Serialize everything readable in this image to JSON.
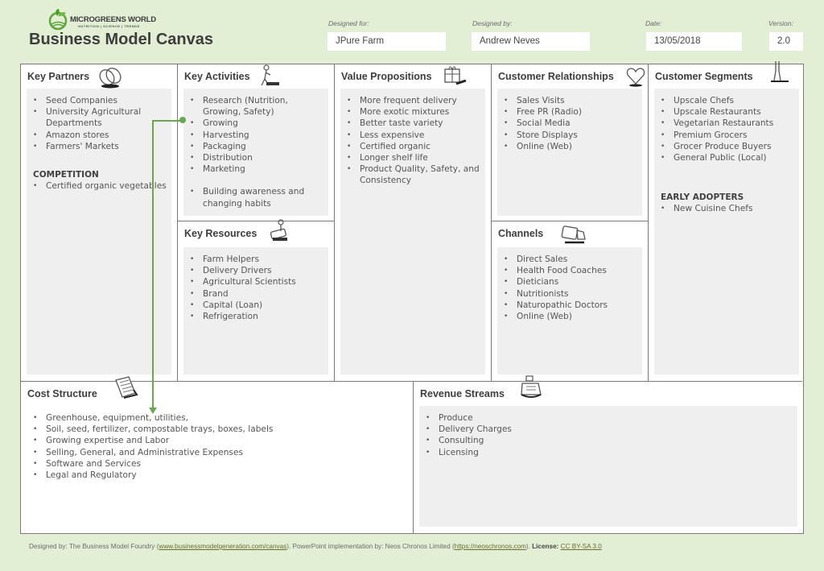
{
  "header": {
    "logo": {
      "name": "MICROGREENS WORLD",
      "tagline": "NUTRITION | SCIENCE | TRENDS"
    },
    "title": "Business Model Canvas",
    "designed_for": {
      "label": "Designed for:",
      "value": "JPure Farm"
    },
    "designed_by": {
      "label": "Designed by:",
      "value": "Andrew Neves"
    },
    "date": {
      "label": "Date:",
      "value": "13/05/2018"
    },
    "version": {
      "label": "Version:",
      "value": "2.0"
    }
  },
  "canvas": {
    "key_partners": {
      "title": "Key Partners",
      "icon": "chain-link-icon",
      "items": [
        "Seed Companies",
        "University Agricultural Departments",
        "Amazon stores",
        "Farmers' Markets"
      ],
      "competition": {
        "heading": "COMPETITION",
        "items": [
          "Certified organic vegetables"
        ]
      }
    },
    "key_activities": {
      "title": "Key Activities",
      "icon": "worker-icon",
      "items": [
        "Research (Nutrition, Growing, Safety)",
        "Growing",
        "Harvesting",
        "Packaging",
        "Distribution",
        "Marketing"
      ],
      "extra_items": [
        "Building awareness and changing habits"
      ]
    },
    "key_resources": {
      "title": "Key Resources",
      "icon": "resources-icon",
      "items": [
        "Farm Helpers",
        "Delivery Drivers",
        "Agricultural Scientists",
        "Brand",
        "Capital (Loan)",
        "Refrigeration"
      ]
    },
    "value_propositions": {
      "title": "Value Propositions",
      "icon": "gift-icon",
      "items": [
        "More frequent delivery",
        "More exotic mixtures",
        "Better taste variety",
        "Less expensive",
        "Certified organic",
        "Longer shelf life",
        "Product Quality, Safety, and Consistency"
      ]
    },
    "customer_relationships": {
      "title": "Customer Relationships",
      "icon": "heart-icon",
      "items": [
        "Sales Visits",
        "Free PR  (Radio)",
        "Social Media",
        "Store Displays",
        "Online (Web)"
      ]
    },
    "channels": {
      "title": "Channels",
      "icon": "truck-icon",
      "items": [
        "Direct Sales",
        "Health Food Coaches",
        "Dieticians",
        "Nutritionists",
        "Naturopathic Doctors",
        "Online (Web)"
      ]
    },
    "customer_segments": {
      "title": "Customer  Segments",
      "icon": "person-icon",
      "items": [
        "Upscale Chefs",
        "Upscale Restaurants",
        "Vegetarian Restaurants",
        "Premium Grocers",
        "Grocer Produce Buyers",
        "General Public (Local)"
      ],
      "early_adopters": {
        "heading": "EARLY ADOPTERS",
        "items": [
          "New Cuisine Chefs"
        ]
      }
    },
    "cost_structure": {
      "title": "Cost  Structure",
      "icon": "receipt-icon",
      "items": [
        "Greenhouse,  equipment, utilities,",
        "Soil, seed, fertilizer, compostable trays, boxes, labels",
        "Growing expertise and Labor",
        "Selling, General, and  Administrative Expenses",
        "Software and Services",
        "Legal and Regulatory"
      ]
    },
    "revenue_streams": {
      "title": "Revenue Streams",
      "icon": "cash-register-icon",
      "items": [
        "Produce",
        "Delivery Charges",
        "Consulting",
        "Licensing"
      ]
    }
  },
  "footer": {
    "designed_by_text": "Designed by: The Business Model Foundry (",
    "bmf_link": "www.businessmodelgeneration.com/canvas",
    "impl_text": "). PowerPoint  implementation by: Neos Chronos Limited (",
    "neos_link": "https://neoschronos.com",
    "license_label": "License:",
    "license_link": "CC BY-SA 3.0",
    "close_paren": "). "
  },
  "colors": {
    "background": "#e2efd5",
    "accent_arrow": "#6aa84f",
    "body_fill": "#efefef",
    "border": "#7a7a7a"
  }
}
